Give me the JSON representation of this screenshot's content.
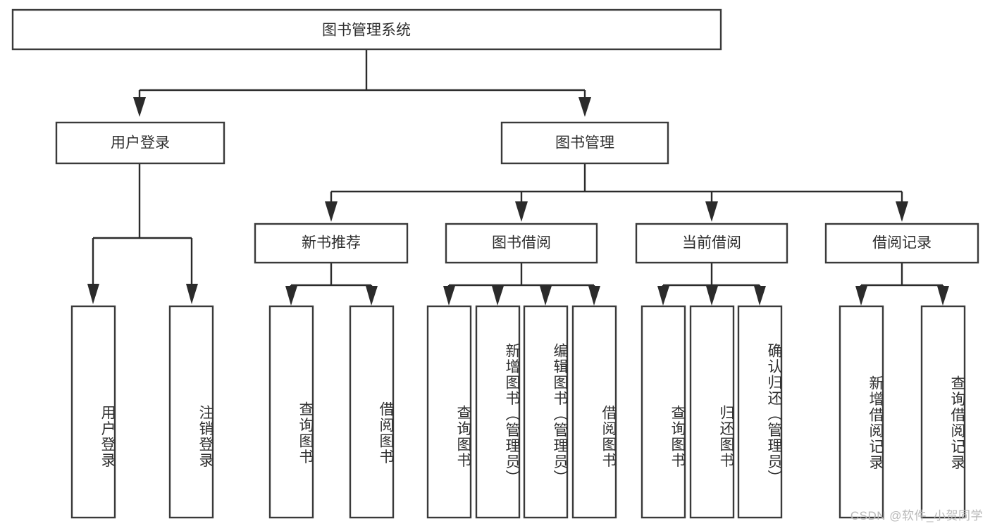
{
  "diagram": {
    "type": "tree-hierarchy",
    "title": "图书管理系统",
    "watermark": "CSDN @软件_小贺同学",
    "colors": {
      "box_stroke": "#3a3a3a",
      "connector": "#2b2b2b",
      "text": "#2f2f2f",
      "background": "#ffffff",
      "watermark_text": "#b9b9b9"
    },
    "root": {
      "label": "图书管理系统"
    },
    "level2": [
      {
        "label": "用户登录"
      },
      {
        "label": "图书管理"
      }
    ],
    "level3": [
      {
        "label": "新书推荐"
      },
      {
        "label": "图书借阅"
      },
      {
        "label": "当前借阅"
      },
      {
        "label": "借阅记录"
      }
    ],
    "leaves": {
      "user_login": [
        {
          "label": "用户登录"
        },
        {
          "label": "注销登录"
        }
      ],
      "new_book_recommend": [
        {
          "label": "查询图书"
        },
        {
          "label": "借阅图书"
        }
      ],
      "book_borrow": [
        {
          "label": "查询图书"
        },
        {
          "label": "新增图书（管理员）"
        },
        {
          "label": "编辑图书（管理员）"
        },
        {
          "label": "借阅图书"
        }
      ],
      "current_borrow": [
        {
          "label": "查询图书"
        },
        {
          "label": "归还图书"
        },
        {
          "label": "确认归还（管理员）"
        }
      ],
      "borrow_records": [
        {
          "label": "新增借阅记录"
        },
        {
          "label": "查询借阅记录"
        }
      ]
    }
  }
}
